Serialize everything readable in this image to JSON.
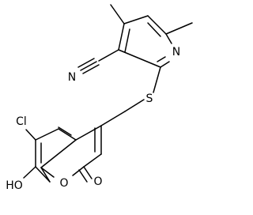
{
  "molecule": {
    "atoms": {
      "N_pyridine": "N",
      "N_nitrile": "N",
      "S": "S",
      "Cl": "Cl",
      "OH": "HO",
      "O_ring": "O",
      "O_carbonyl": "O"
    }
  }
}
